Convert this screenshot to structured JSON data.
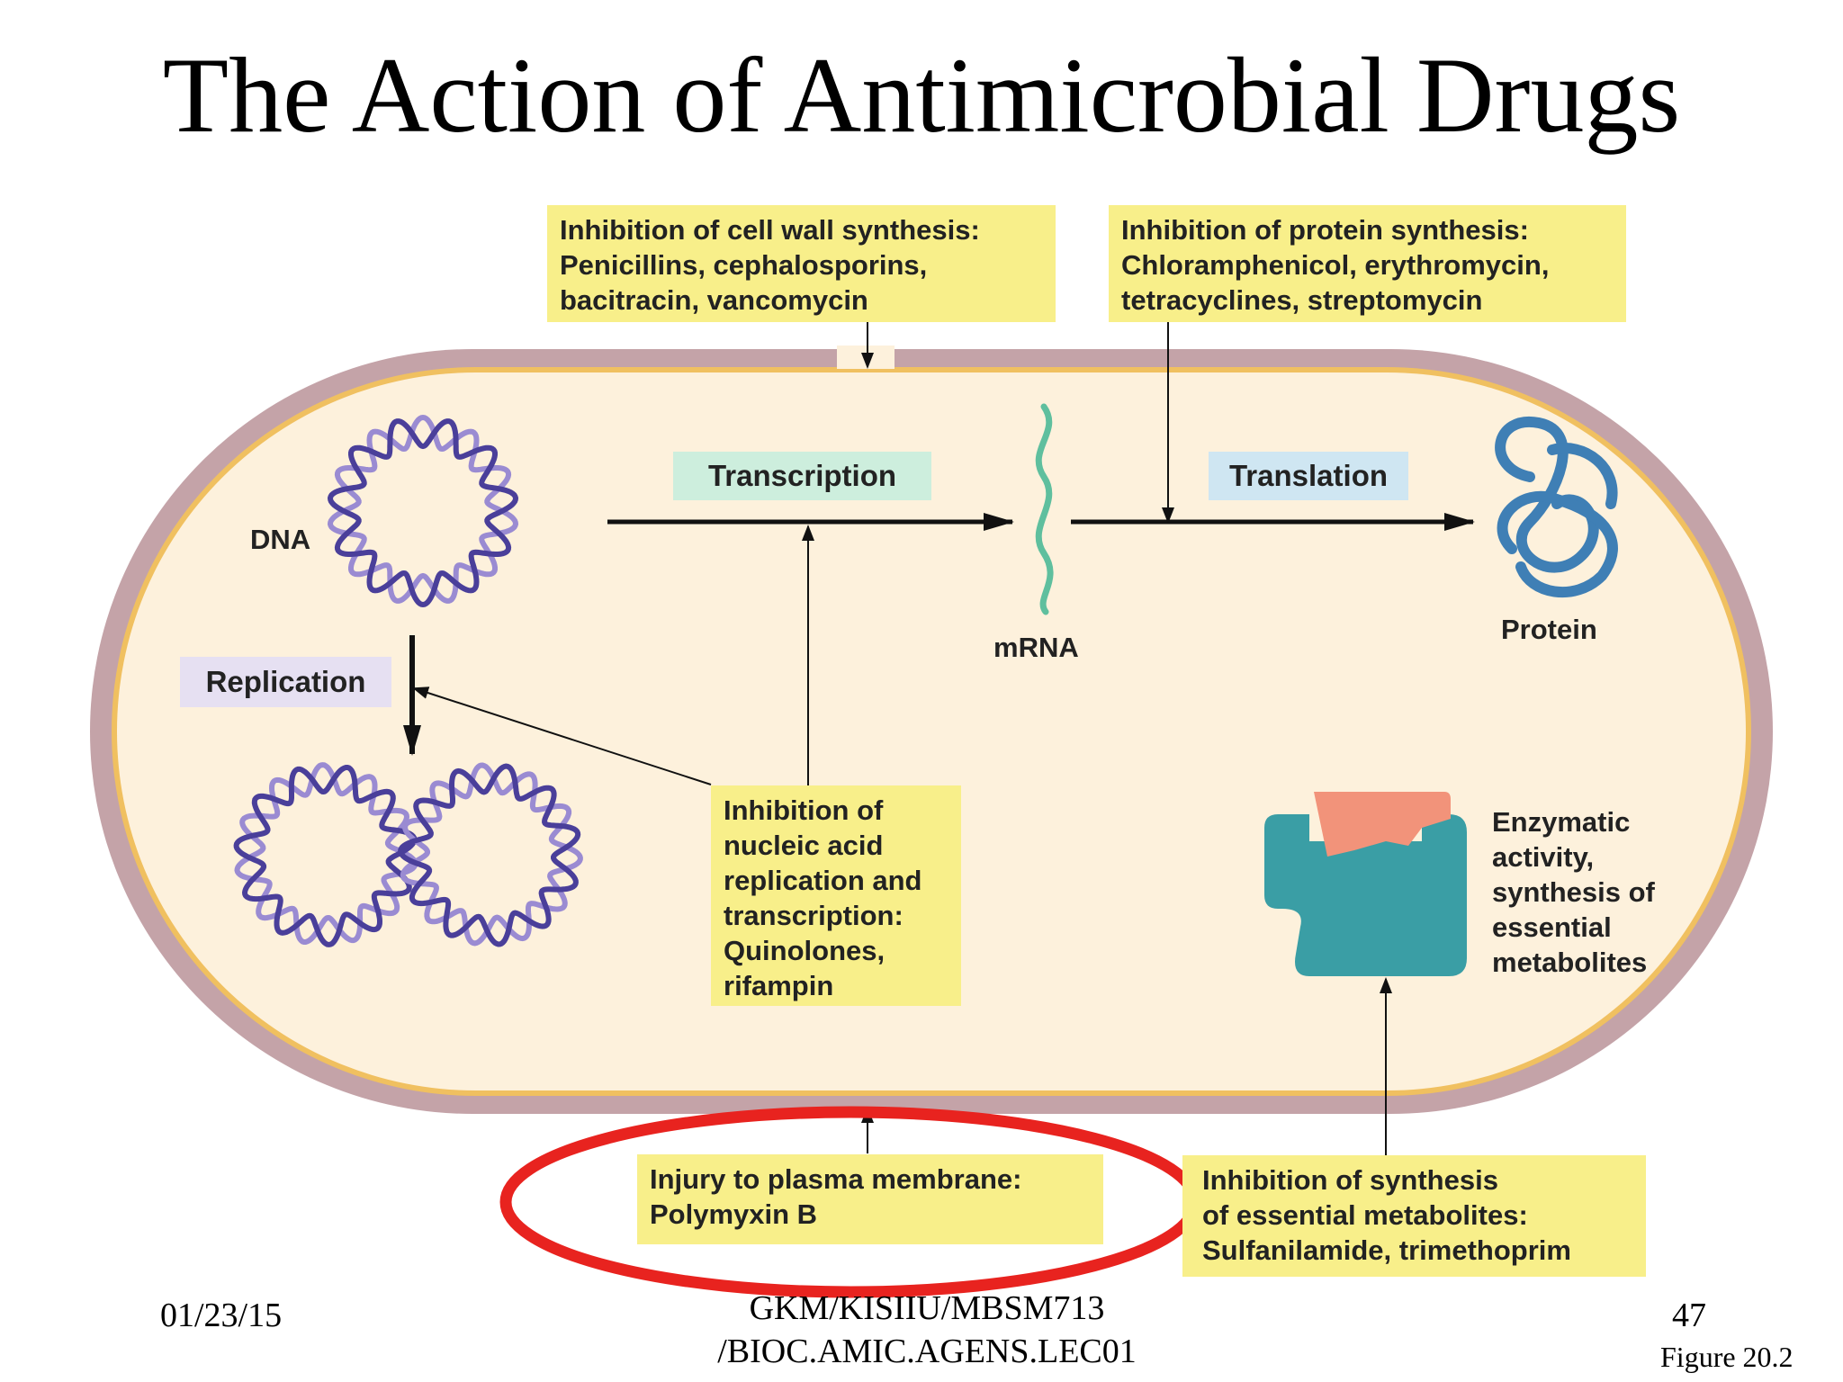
{
  "title": "The Action of Antimicrobial Drugs",
  "labels": {
    "dna": "DNA",
    "mrna": "mRNA",
    "protein": "Protein",
    "replication": "Replication",
    "transcription": "Transcription",
    "translation": "Translation"
  },
  "boxes": {
    "cell_wall": [
      "Inhibition of cell wall synthesis:",
      "Penicillins, cephalosporins,",
      "bacitracin, vancomycin"
    ],
    "protein_synthesis": [
      "Inhibition of protein synthesis:",
      "Chloramphenicol, erythromycin,",
      "tetracyclines, streptomycin"
    ],
    "nucleic_acid": [
      "Inhibition of",
      "nucleic acid",
      "replication and",
      "transcription:",
      "Quinolones,",
      "rifampin"
    ],
    "plasma_membrane": [
      "Injury to plasma membrane:",
      "Polymyxin B"
    ],
    "metabolites": [
      "Inhibition of synthesis",
      "of essential metabolites:",
      "Sulfanilamide, trimethoprim"
    ]
  },
  "enzyme": [
    "Enzymatic",
    "activity,",
    "synthesis of",
    "essential",
    "metabolites"
  ],
  "footer": {
    "date": "01/23/15",
    "course": [
      "GKM/KISIIU/MBSM713",
      "/BIOC.AMIC.AGENS.LEC01"
    ],
    "page": "47",
    "figure": "Figure 20.2"
  },
  "colors": {
    "cell_wall": "#c4a3a8",
    "cytoplasm": "#fdf1dc",
    "membrane": "#f0c060",
    "info_box": "#f8ef8a",
    "transcription_tag": "#cdeedd",
    "translation_tag": "#cfe6f2",
    "replication_tag": "#e6e0f2",
    "dna": "#4a3f9a",
    "mrna": "#5fbf9e",
    "protein": "#3f7fb5",
    "enzyme": "#3a9ea5",
    "substrate": "#f2937a",
    "highlight_ellipse": "#e8231f"
  }
}
